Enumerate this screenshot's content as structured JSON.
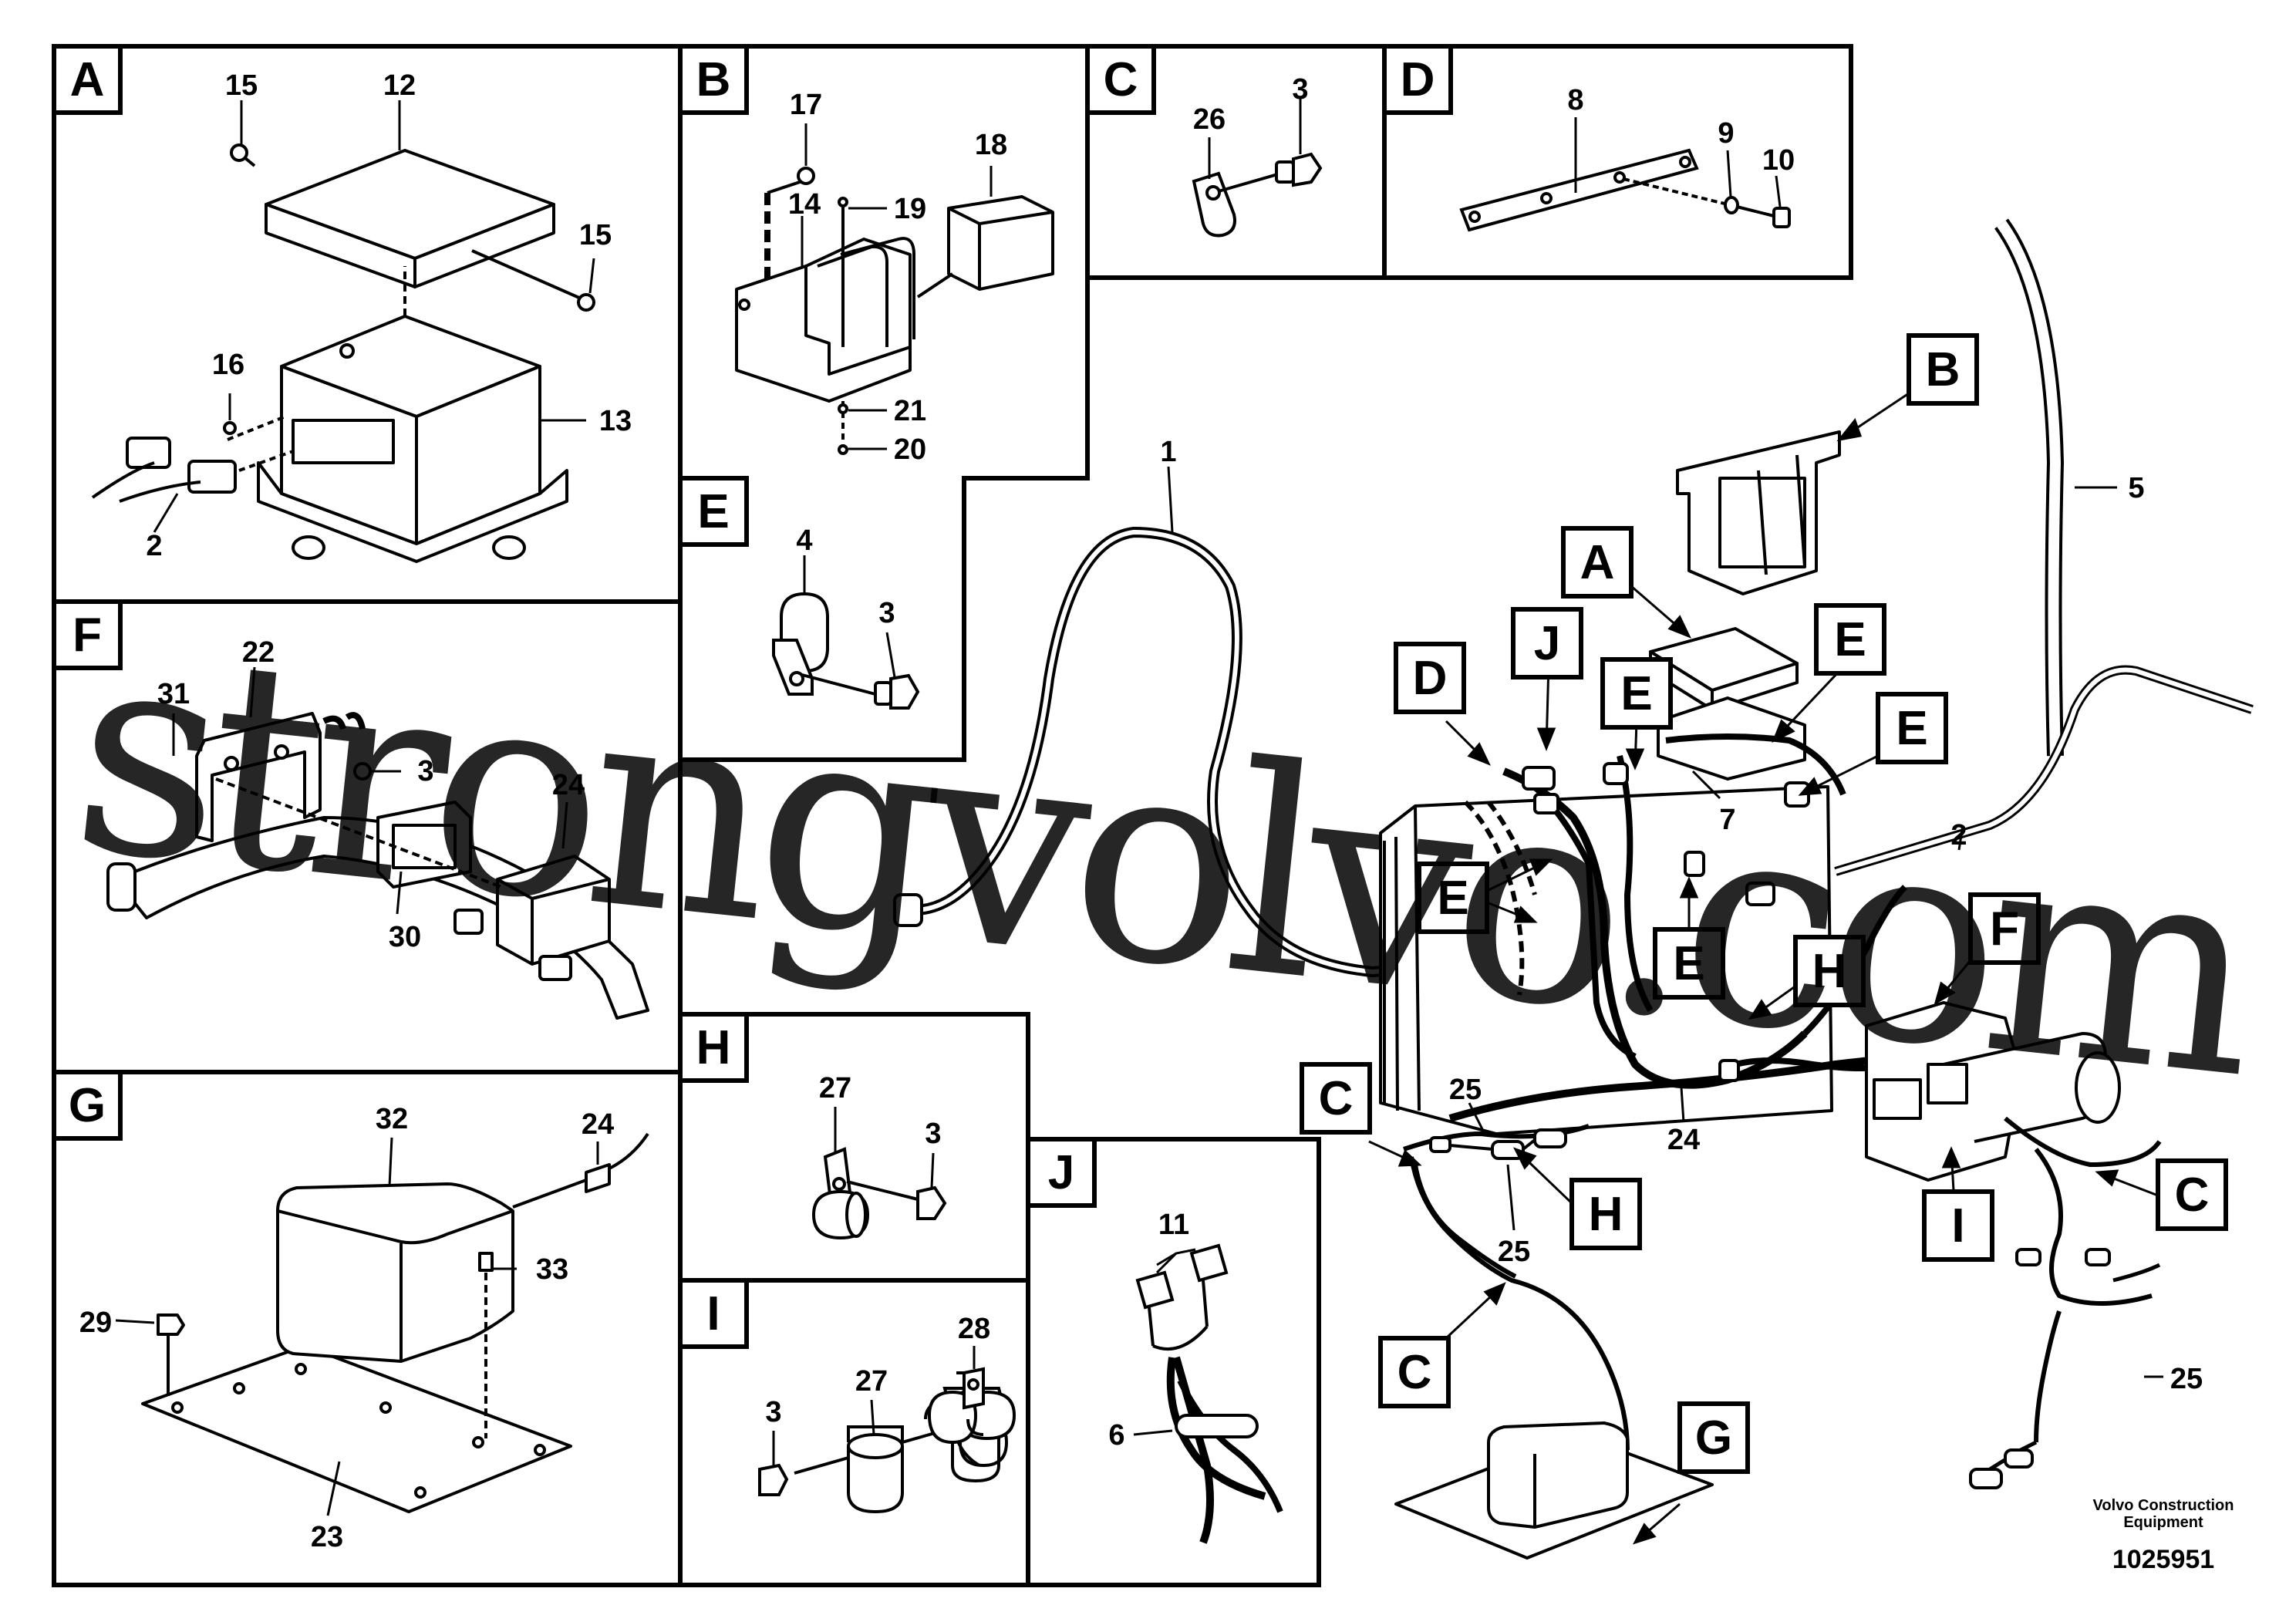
{
  "panels": {
    "A": {
      "letter": "A",
      "callouts": [
        "15",
        "12",
        "15",
        "16",
        "13",
        "2"
      ]
    },
    "B": {
      "letter": "B",
      "callouts": [
        "17",
        "18",
        "14",
        "19",
        "21",
        "20"
      ]
    },
    "C": {
      "letter": "C",
      "callouts": [
        "26",
        "3"
      ]
    },
    "D": {
      "letter": "D",
      "callouts": [
        "8",
        "9",
        "10"
      ]
    },
    "E": {
      "letter": "E",
      "callouts": [
        "4",
        "3"
      ]
    },
    "F": {
      "letter": "F",
      "callouts": [
        "22",
        "31",
        "3",
        "24",
        "30"
      ]
    },
    "G": {
      "letter": "G",
      "callouts": [
        "32",
        "24",
        "33",
        "29",
        "23"
      ]
    },
    "H": {
      "letter": "H",
      "callouts": [
        "27",
        "3"
      ]
    },
    "I": {
      "letter": "I",
      "callouts": [
        "28",
        "27",
        "3"
      ]
    },
    "J": {
      "letter": "J",
      "callouts": [
        "11",
        "6"
      ]
    }
  },
  "main_view": {
    "callouts": [
      "1",
      "5",
      "7",
      "2",
      "24",
      "25",
      "25",
      "25"
    ],
    "detail_tags": [
      "B",
      "A",
      "D",
      "J",
      "E",
      "E",
      "E",
      "E",
      "E",
      "F",
      "H",
      "H",
      "C",
      "C",
      "G",
      "I",
      "C"
    ]
  },
  "credit": {
    "line1": "Volvo Construction",
    "line2": "Equipment"
  },
  "drawing_number": "1025951",
  "watermark": "strongvolvo.com",
  "colors": {
    "line": "#000000",
    "watermark": "#d9a0a0",
    "background": "#ffffff"
  }
}
